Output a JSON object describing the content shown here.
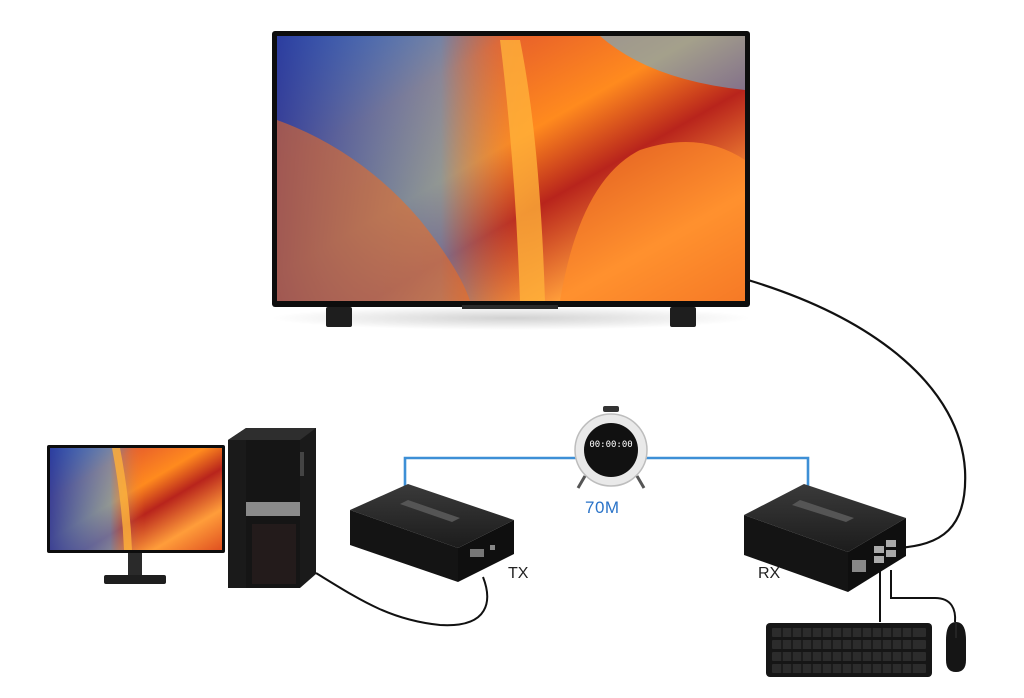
{
  "labels": {
    "transmitter": "TX",
    "receiver": "RX",
    "distance": "70M",
    "timer": "00:00:00"
  },
  "devices": {
    "tv": "large-tv",
    "pc_monitor": "pc-monitor",
    "pc_tower": "pc-tower",
    "transmitter_box": "hdmi-kvm-extender-tx",
    "receiver_box": "hdmi-kvm-extender-rx",
    "keyboard": "keyboard",
    "mouse": "mouse"
  },
  "colors": {
    "network_cable": "#3d8fd6",
    "signal_cable": "#111111",
    "distance_text": "#2a73c8",
    "device_body": "#1a1a1a"
  }
}
